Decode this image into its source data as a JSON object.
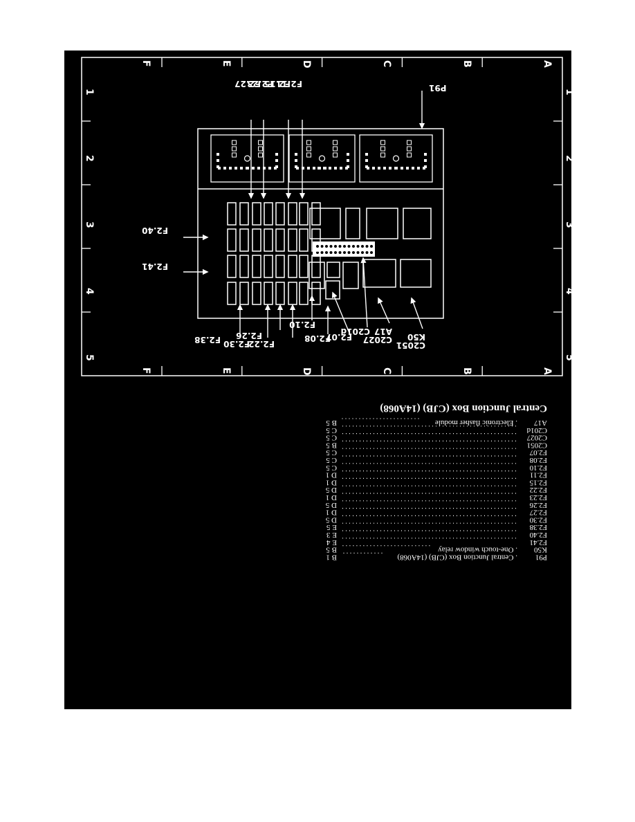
{
  "title": "Central Junction Box (CJB) (14A068)",
  "grid": {
    "rows": [
      "A",
      "B",
      "C",
      "D",
      "E",
      "F"
    ],
    "cols": [
      "1",
      "2",
      "3",
      "4",
      "5"
    ]
  },
  "callouts": {
    "p91": "P91",
    "f211": "F2.11",
    "f215": "F2.15",
    "f223": "F2.23",
    "f227": "F2.27",
    "f240": "F2.40",
    "f241": "F2.41",
    "k50": "K50",
    "c2051": "C2051",
    "a17": "A17",
    "c2027": "C2027",
    "c201d": "C201d",
    "f207": "F2.07",
    "f208": "F2.08",
    "f210": "F2.10",
    "f222": "F2.22",
    "f226": "F2.26",
    "f230": "F2.30",
    "f238": "F2.38"
  },
  "legend": [
    {
      "id": "A17",
      "desc": "Electronic flasher module",
      "loc": "B 5"
    },
    {
      "id": "C201d",
      "desc": "",
      "loc": "C 5"
    },
    {
      "id": "C2027",
      "desc": "",
      "loc": "C 5"
    },
    {
      "id": "C2051",
      "desc": "",
      "loc": "B 5"
    },
    {
      "id": "F2.07",
      "desc": "",
      "loc": "C 5"
    },
    {
      "id": "F2.08",
      "desc": "",
      "loc": "C 5"
    },
    {
      "id": "F2.10",
      "desc": "",
      "loc": "C 5"
    },
    {
      "id": "F2.11",
      "desc": "",
      "loc": "D 1"
    },
    {
      "id": "F2.15",
      "desc": "",
      "loc": "D 1"
    },
    {
      "id": "F2.22",
      "desc": "",
      "loc": "D 5"
    },
    {
      "id": "F2.23",
      "desc": "",
      "loc": "D 1"
    },
    {
      "id": "F2.26",
      "desc": "",
      "loc": "D 5"
    },
    {
      "id": "F2.27",
      "desc": "",
      "loc": "D 1"
    },
    {
      "id": "F2.30",
      "desc": "",
      "loc": "D 5"
    },
    {
      "id": "F2.38",
      "desc": "",
      "loc": "E 5"
    },
    {
      "id": "F2.40",
      "desc": "",
      "loc": "E 3"
    },
    {
      "id": "F2.41",
      "desc": "",
      "loc": "E 4"
    },
    {
      "id": "K50",
      "desc": "One-touch window relay",
      "loc": "B 5"
    },
    {
      "id": "P91",
      "desc": "Central Junction Box (CJB) (14A068)",
      "loc": "B 1"
    }
  ]
}
